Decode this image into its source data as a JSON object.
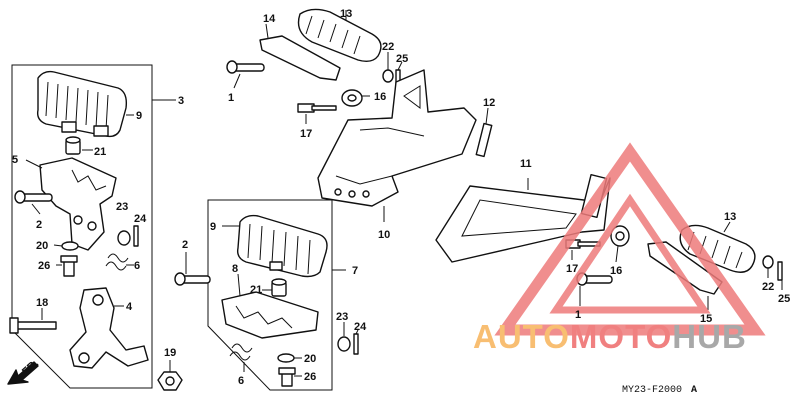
{
  "diagram": {
    "callouts": [
      {
        "id": "c3",
        "text": "3"
      },
      {
        "id": "c9a",
        "text": "9"
      },
      {
        "id": "c21a",
        "text": "21"
      },
      {
        "id": "c5",
        "text": "5"
      },
      {
        "id": "c2a",
        "text": "2"
      },
      {
        "id": "c23a",
        "text": "23"
      },
      {
        "id": "c24a",
        "text": "24"
      },
      {
        "id": "c20a",
        "text": "20"
      },
      {
        "id": "c26a",
        "text": "26"
      },
      {
        "id": "c6a",
        "text": "6"
      },
      {
        "id": "c4",
        "text": "4"
      },
      {
        "id": "c18",
        "text": "18"
      },
      {
        "id": "c19",
        "text": "19"
      },
      {
        "id": "c14",
        "text": "14"
      },
      {
        "id": "c13a",
        "text": "13"
      },
      {
        "id": "c1a",
        "text": "1"
      },
      {
        "id": "c22a",
        "text": "22"
      },
      {
        "id": "c25a",
        "text": "25"
      },
      {
        "id": "c16a",
        "text": "16"
      },
      {
        "id": "c17a",
        "text": "17"
      },
      {
        "id": "c12",
        "text": "12"
      },
      {
        "id": "c10",
        "text": "10"
      },
      {
        "id": "c11",
        "text": "11"
      },
      {
        "id": "c9b",
        "text": "9"
      },
      {
        "id": "c2b",
        "text": "2"
      },
      {
        "id": "c7",
        "text": "7"
      },
      {
        "id": "c8",
        "text": "8"
      },
      {
        "id": "c21b",
        "text": "21"
      },
      {
        "id": "c23b",
        "text": "23"
      },
      {
        "id": "c24b",
        "text": "24"
      },
      {
        "id": "c20b",
        "text": "20"
      },
      {
        "id": "c6b",
        "text": "6"
      },
      {
        "id": "c26b",
        "text": "26"
      },
      {
        "id": "c13b",
        "text": "13"
      },
      {
        "id": "c17b",
        "text": "17"
      },
      {
        "id": "c16b",
        "text": "16"
      },
      {
        "id": "c22b",
        "text": "22"
      },
      {
        "id": "c25b",
        "text": "25"
      },
      {
        "id": "c1b",
        "text": "1"
      },
      {
        "id": "c15",
        "text": "15"
      }
    ],
    "front_marker": "FR.",
    "diagram_code": "MY23-F2000",
    "diagram_code_suffix": "A"
  },
  "watermark": {
    "part1": "AUTO",
    "part2": "MOTO",
    "part3": "HUB",
    "colors": {
      "orange": "#f7b35a",
      "red": "#ee6a6a",
      "gray": "#9a9a9a",
      "triangle": "#ee7b7b"
    }
  }
}
